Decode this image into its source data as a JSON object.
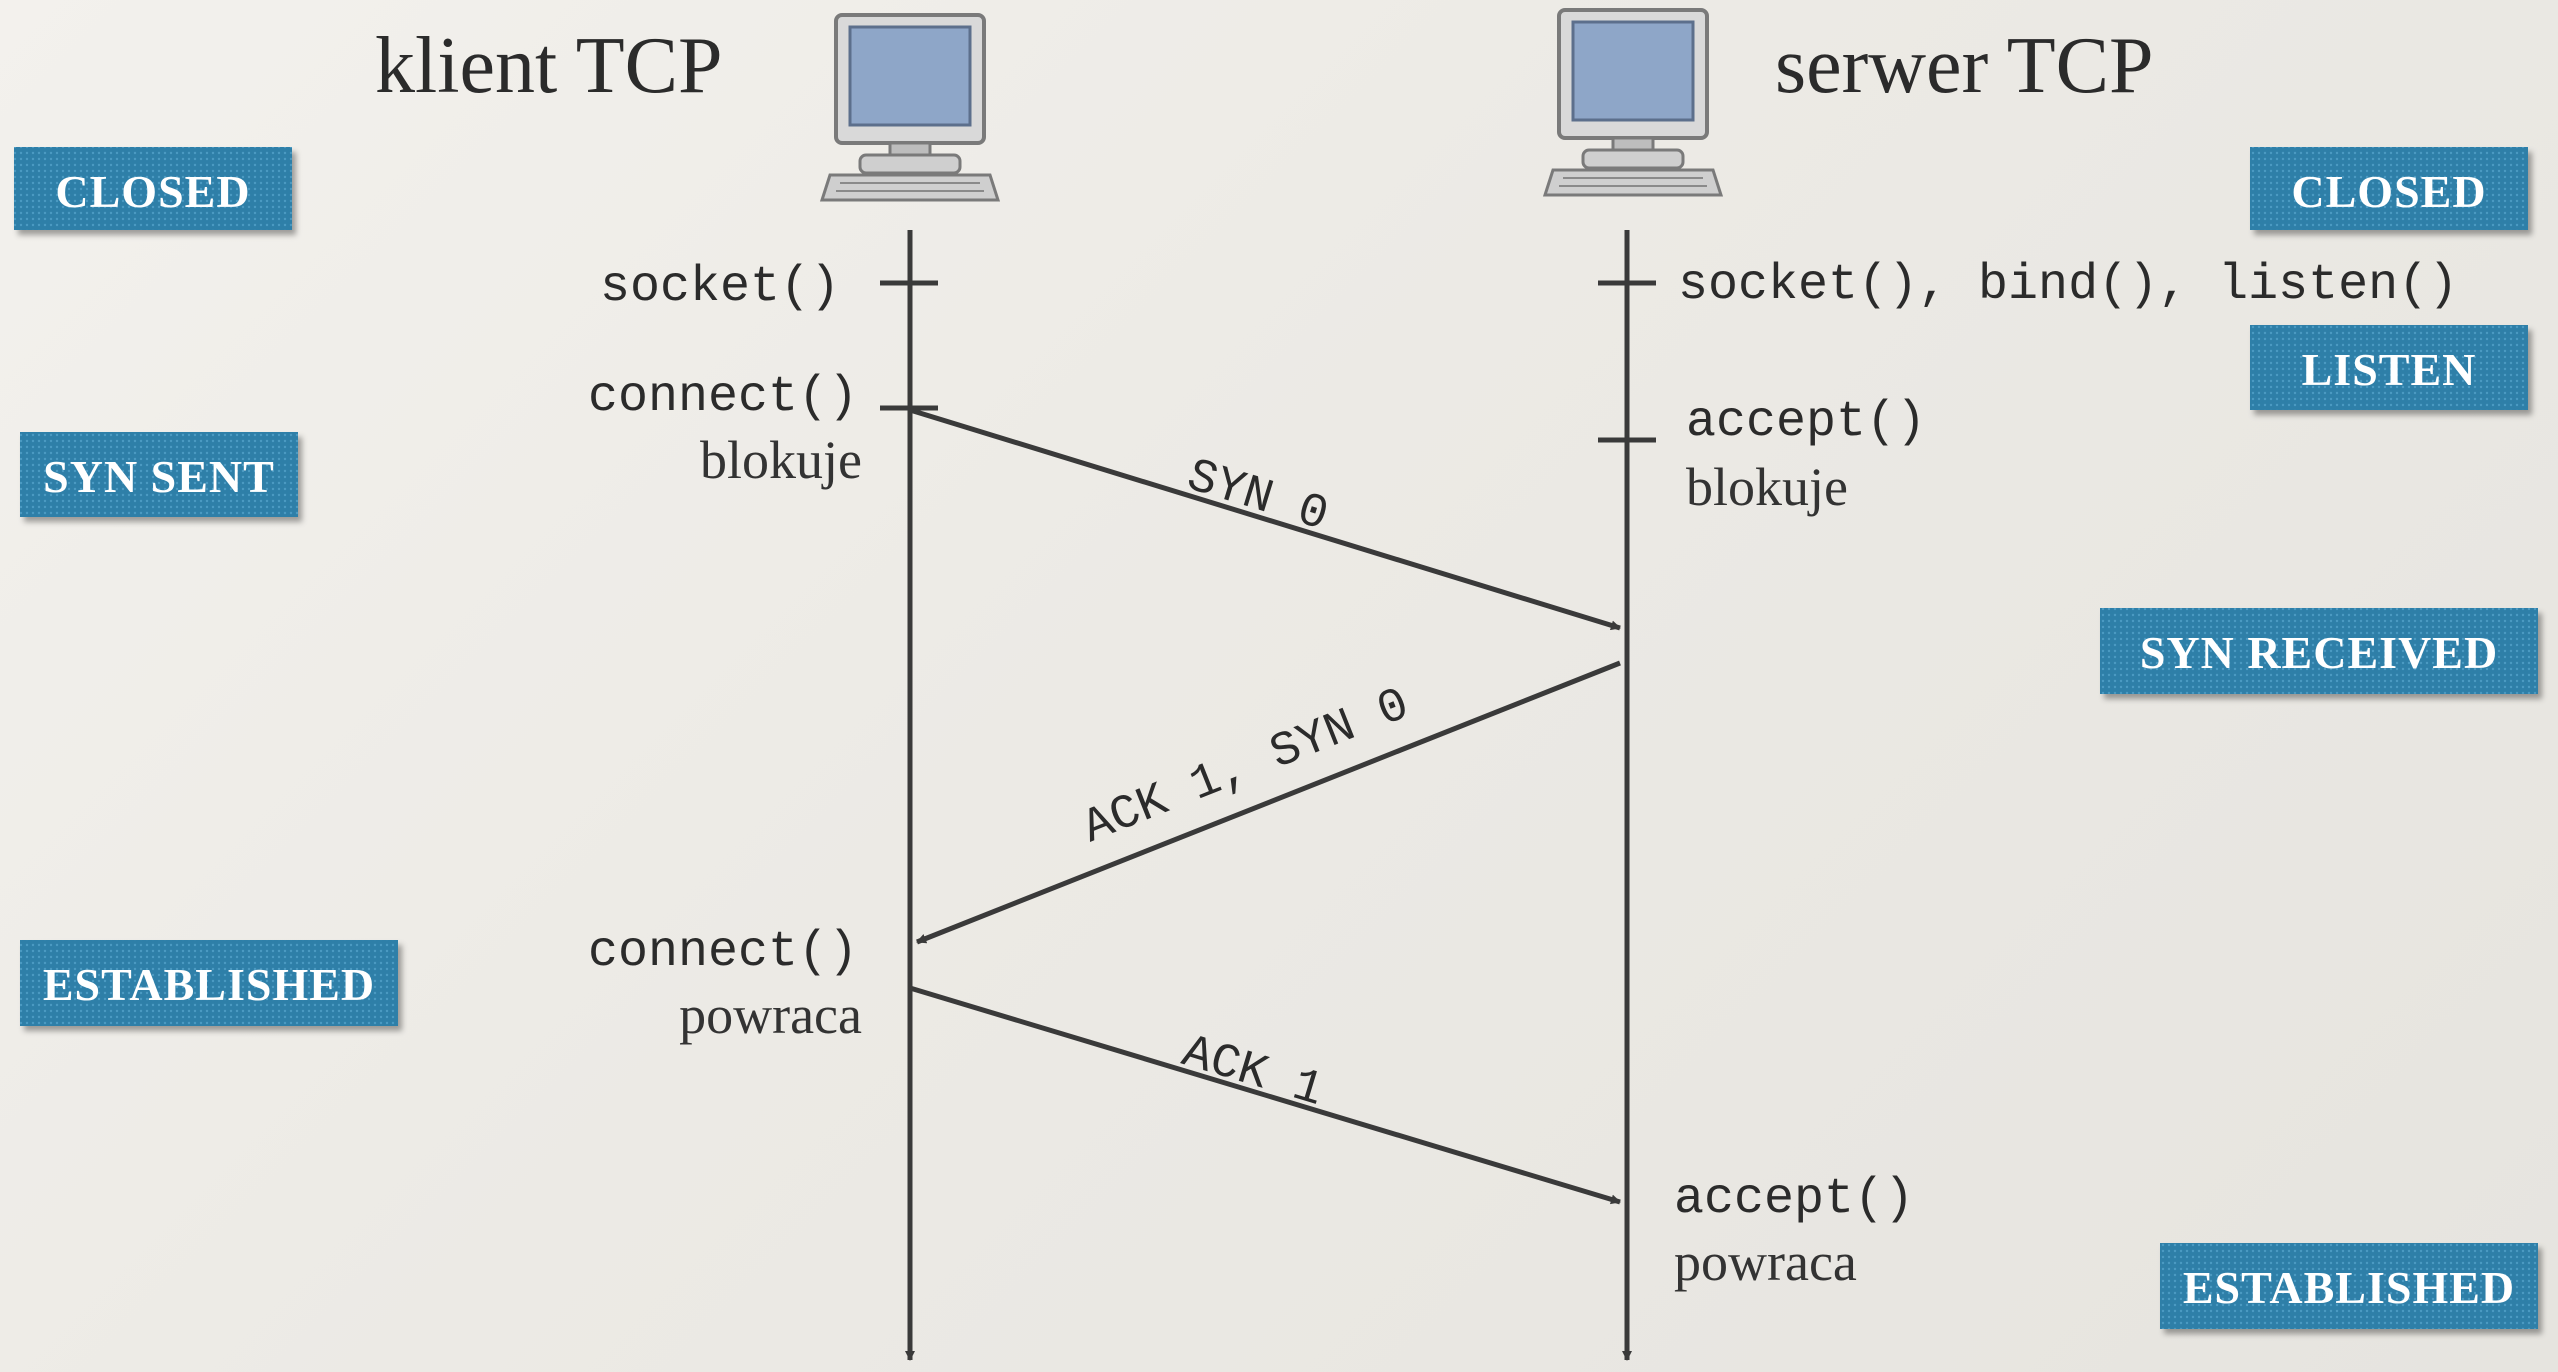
{
  "client": {
    "title": "klient TCP",
    "calls": {
      "socket": "socket()",
      "connect_block": "connect()",
      "connect_block_note": "blokuje",
      "connect_return": "connect()",
      "connect_return_note": "powraca"
    },
    "states": [
      "CLOSED",
      "SYN SENT",
      "ESTABLISHED"
    ]
  },
  "server": {
    "title": "serwer TCP",
    "calls": {
      "socket_bind_listen": "socket(), bind(), listen()",
      "accept_block": "accept()",
      "accept_block_note": "blokuje",
      "accept_return": "accept()",
      "accept_return_note": "powraca"
    },
    "states": [
      "CLOSED",
      "LISTEN",
      "SYN RECEIVED",
      "ESTABLISHED"
    ]
  },
  "messages": [
    {
      "label": "SYN 0",
      "from": "client",
      "to": "server"
    },
    {
      "label": "ACK 1, SYN 0",
      "from": "server",
      "to": "client"
    },
    {
      "label": "ACK 1",
      "from": "client",
      "to": "server"
    }
  ],
  "colors": {
    "state_box": "#2f7fa8",
    "line": "#3a3a3a",
    "screen": "#8ea6c8"
  }
}
